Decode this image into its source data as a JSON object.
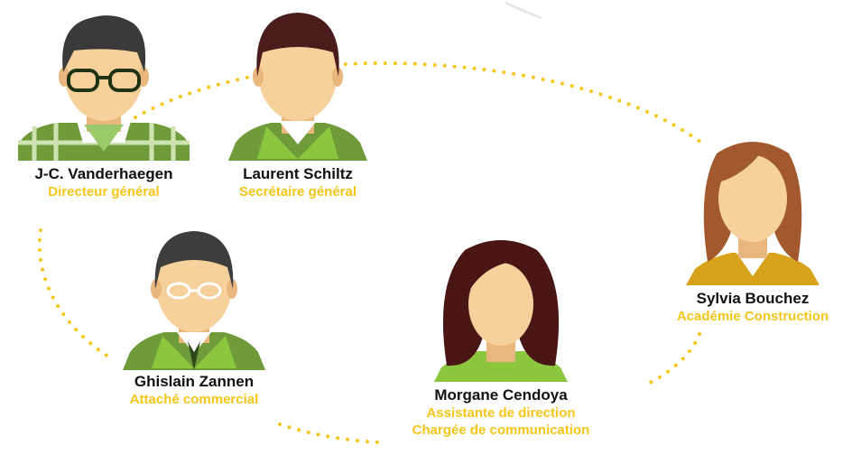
{
  "colors": {
    "accent": "#f5c518",
    "skin": "#f7d19b",
    "skin_shadow": "#e9b77e",
    "green_dark": "#5f8d2c",
    "green_light": "#8cc63f",
    "gold": "#d9a21b"
  },
  "people": [
    {
      "name": "J-C. Vanderhaegen",
      "roles": [
        "Directeur général"
      ]
    },
    {
      "name": "Laurent Schiltz",
      "roles": [
        "Secrétaire général"
      ]
    },
    {
      "name": "Sylvia Bouchez",
      "roles": [
        "Académie Construction"
      ]
    },
    {
      "name": "Ghislain Zannen",
      "roles": [
        "Attaché commercial"
      ]
    },
    {
      "name": "Morgane Cendoya",
      "roles": [
        "Assistante de direction",
        "Chargée de communication"
      ]
    }
  ]
}
